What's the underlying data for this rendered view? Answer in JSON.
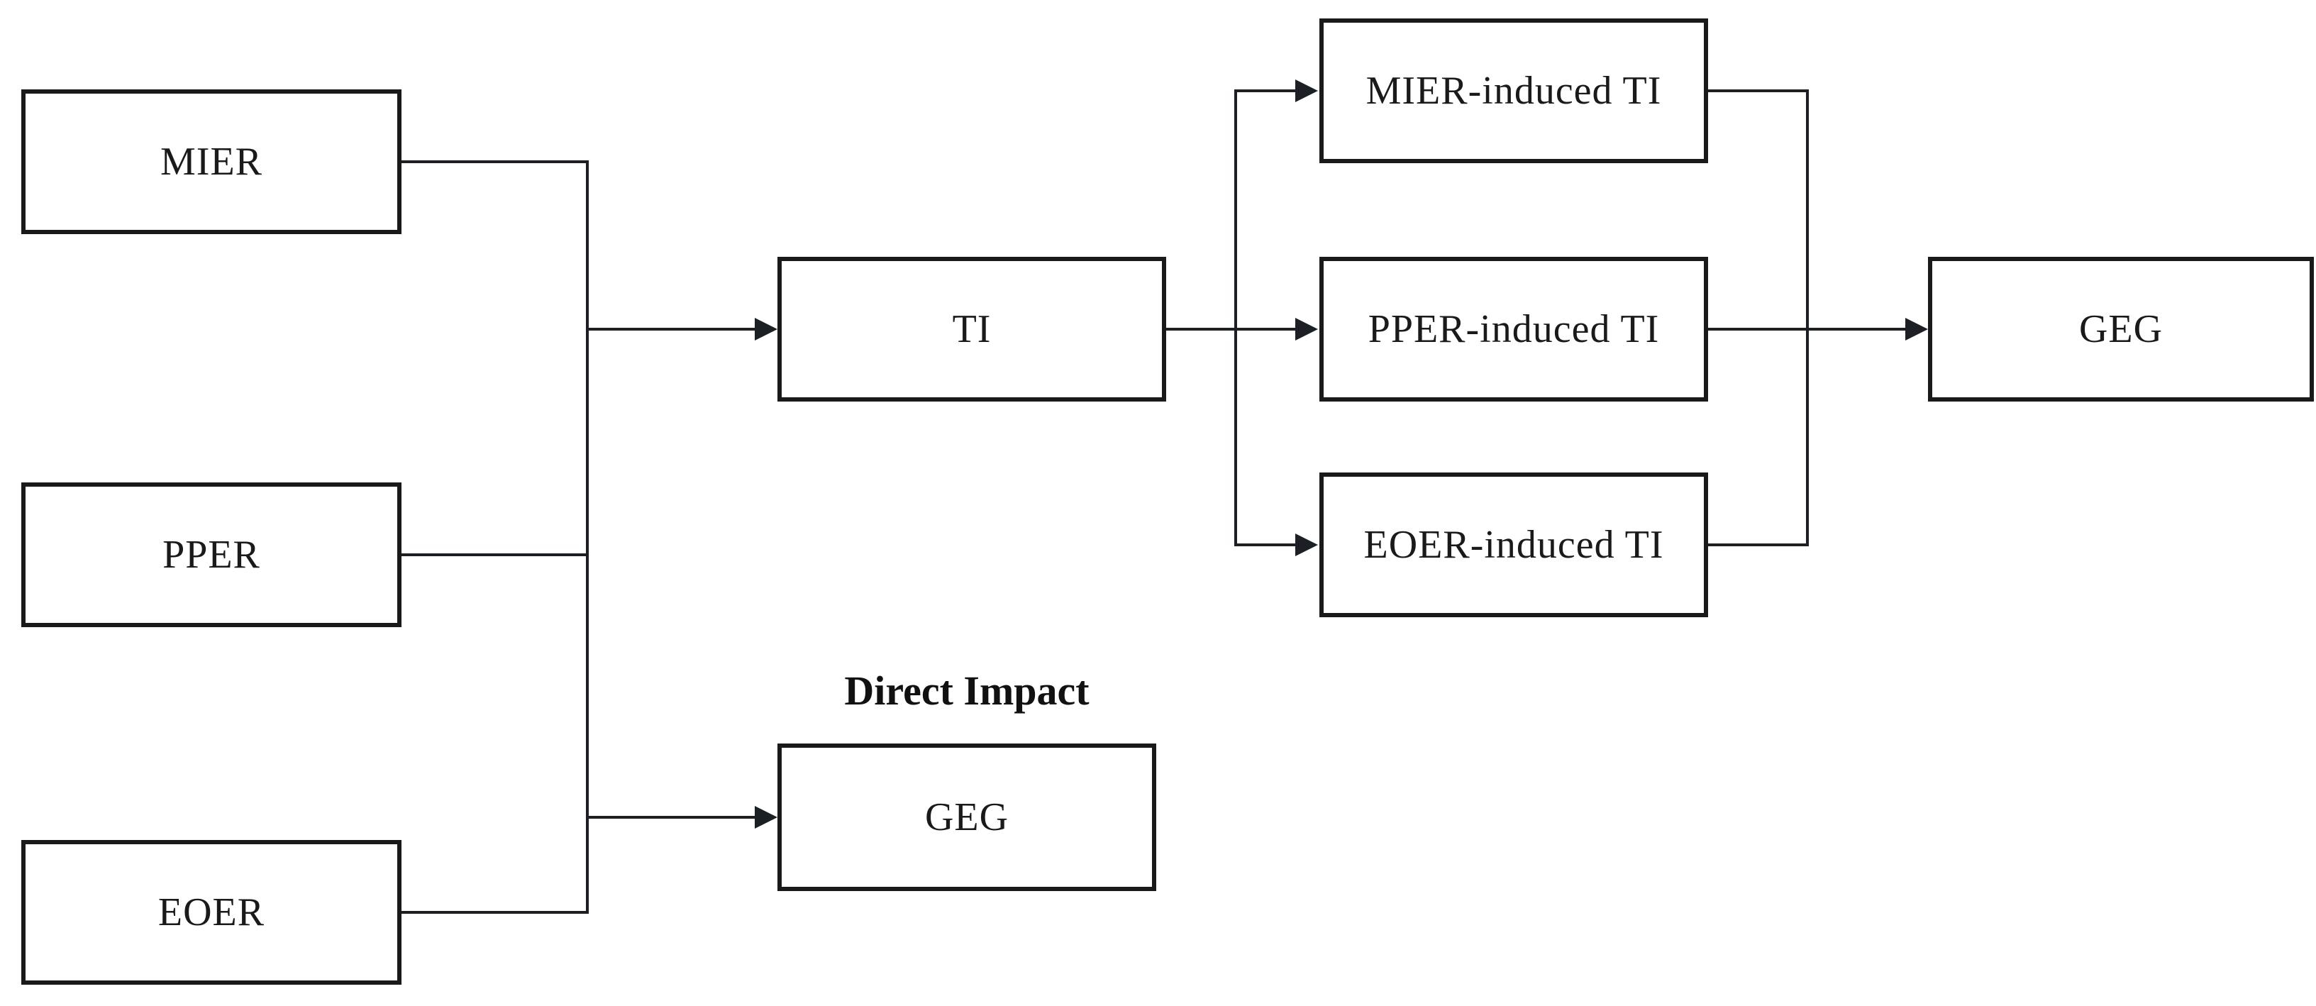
{
  "diagram": {
    "nodes": {
      "mier": {
        "label": "MIER"
      },
      "pper": {
        "label": "PPER"
      },
      "eoer": {
        "label": "EOER"
      },
      "ti": {
        "label": "TI"
      },
      "mier_induced": {
        "label": "MIER-induced TI"
      },
      "pper_induced": {
        "label": "PPER-induced TI"
      },
      "eoer_induced": {
        "label": "EOER-induced TI"
      },
      "geg_indirect": {
        "label": "GEG"
      },
      "geg_direct": {
        "label": "GEG"
      }
    },
    "annotations": {
      "direct_impact": "Direct Impact"
    },
    "colors": {
      "line": "#1c2025",
      "border": "#1a1a1a",
      "text": "#1a1a1a",
      "background": "#ffffff"
    }
  }
}
